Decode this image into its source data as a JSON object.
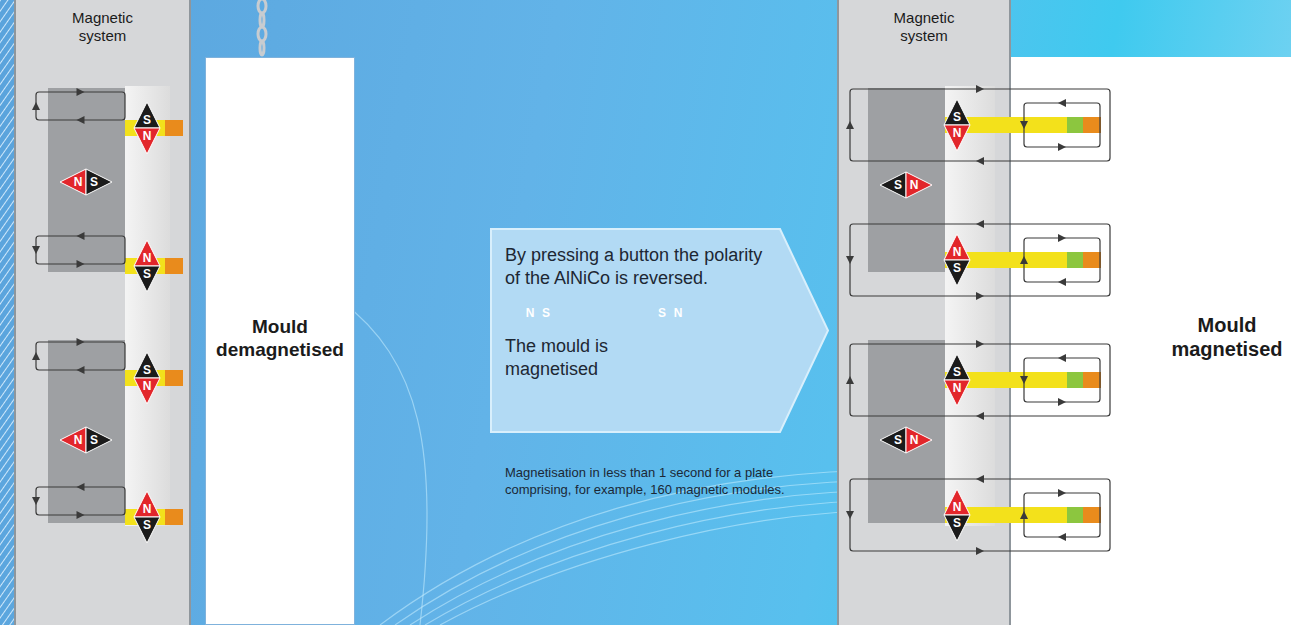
{
  "diagram": {
    "nodes": [
      {
        "text": [
          "Magnetic system"
        ]
      },
      {
        "text": [
          "Mould demagnetised"
        ]
      },
      {
        "text": [
          "By pressing a button the polarity of the AlNiCo is reversed.",
          "The mould is magnetised"
        ]
      },
      {
        "text": [
          "Magnetic system"
        ]
      },
      {
        "text": [
          "Mould magnetised"
        ]
      }
    ],
    "labels": [
      "Magnetisation in less than 1 second for a plate comprising, for example, 160 magnetic modules.",
      "S",
      "N",
      "N",
      "S",
      "N",
      "S",
      "S",
      "N",
      "N",
      "S",
      "N",
      "S",
      "N",
      "S",
      "S",
      "N",
      "S",
      "N",
      "S",
      "N",
      "N",
      "S",
      "S",
      "N",
      "S",
      "N",
      "N",
      "S"
    ]
  }
}
